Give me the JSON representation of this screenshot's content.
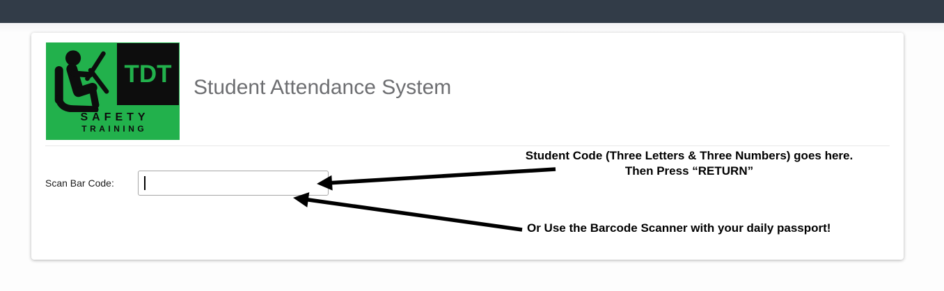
{
  "topbar": {
    "color": "#323c48"
  },
  "card": {
    "logo": {
      "tdt_label": "TDT",
      "safety_label": "SAFETY",
      "training_label": "TRAINING",
      "green_color": "#22b14c",
      "black_color": "#0d0d0d",
      "driver_icon": "driver-in-seat-with-steering-wheel"
    },
    "title": "Student Attendance System",
    "title_color": "#6d6e71",
    "form": {
      "scan_label": "Scan Bar Code:",
      "input_value": "",
      "input_placeholder": ""
    },
    "annotations": {
      "student_code_line1": "Student Code (Three Letters & Three Numbers) goes here.",
      "student_code_line2": "Then Press “RETURN”",
      "barcode_line": "Or Use the Barcode Scanner with your daily passport!"
    }
  }
}
